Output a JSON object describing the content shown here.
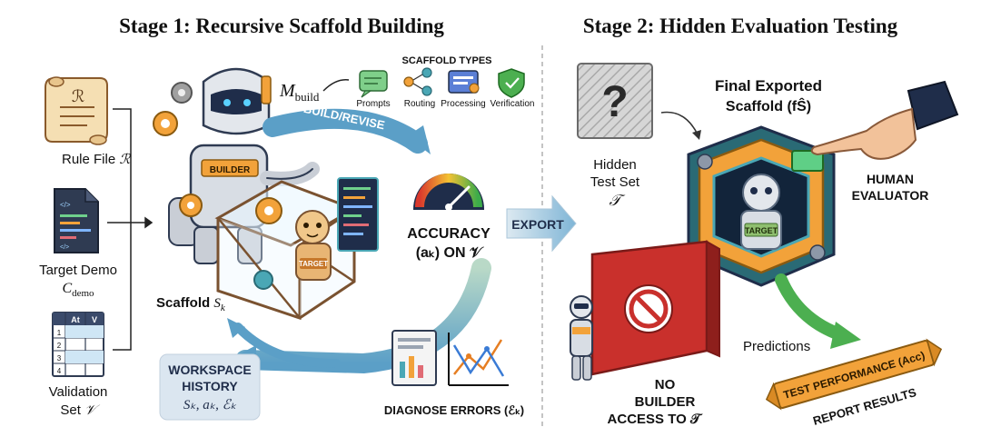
{
  "stage1": {
    "title": "Stage 1: Recursive Scaffold Building",
    "inputs": {
      "rule_label": "Rule File",
      "rule_symbol": "ℛ",
      "target_label": "Target Demo",
      "target_symbol_main": "C",
      "target_symbol_sub": "demo",
      "validation_label_1": "Validation",
      "validation_label_2": "Set",
      "validation_symbol": "𝒱",
      "table_cols": [
        "At",
        "V"
      ],
      "table_rows": [
        "1",
        "2",
        "3",
        "4"
      ]
    },
    "builder": {
      "model_main": "M",
      "model_sub": "build",
      "badge": "BUILDER",
      "target_badge": "TARGET",
      "scaffold_label": "Scaffold",
      "scaffold_symbol": "S",
      "scaffold_sub": "k"
    },
    "scaffold_types": {
      "title": "SCAFFOLD TYPES",
      "items": [
        "Prompts",
        "Routing",
        "Processing",
        "Verification"
      ]
    },
    "loop": {
      "build_revise": "BUILD/REVISE",
      "accuracy_line1": "ACCURACY",
      "accuracy_line2": "(aₖ) ON 𝒱",
      "diagnose": "DIAGNOSE ERRORS (ℰₖ)",
      "workspace_line1": "WORKSPACE",
      "workspace_line2": "HISTORY",
      "workspace_line3": "Sₖ, aₖ, ℰₖ"
    }
  },
  "export_label": "EXPORT",
  "stage2": {
    "title": "Stage 2: Hidden Evaluation Testing",
    "hidden_line1": "Hidden",
    "hidden_line2": "Test Set",
    "hidden_symbol": "𝒯",
    "final_line1": "Final Exported",
    "final_line2": "Scaffold (fŜ)",
    "target_badge": "TARGET",
    "human_line1": "HUMAN",
    "human_line2": "EVALUATOR",
    "no_access_line1": "NO",
    "no_access_line2": "BUILDER",
    "no_access_line3": "ACCESS TO 𝒯",
    "predictions": "Predictions",
    "test_performance": "TEST PERFORMANCE (Acc)",
    "report": "REPORT RESULTS"
  },
  "colors": {
    "orange": "#f2a23a",
    "teal": "#4aa7b5",
    "navy": "#1f2d4a",
    "red": "#c9302c",
    "green": "#4caf50",
    "arrow_blue": "#5b9fc7"
  }
}
